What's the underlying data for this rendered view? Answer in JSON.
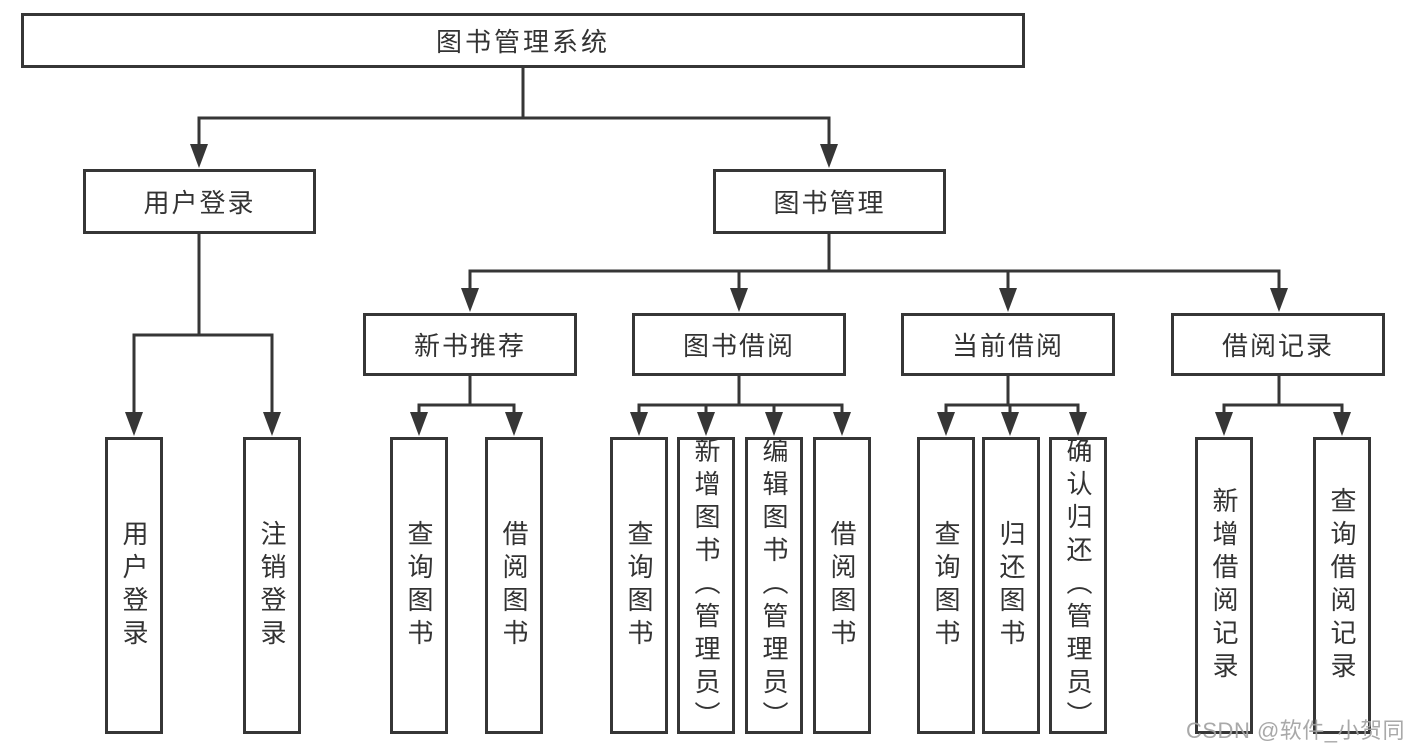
{
  "tree": {
    "root": {
      "label": "图书管理系统"
    },
    "branches": [
      {
        "label": "用户登录",
        "children": [
          {
            "label": "用户登录"
          },
          {
            "label": "注销登录"
          }
        ]
      },
      {
        "label": "图书管理",
        "children": [
          {
            "label": "新书推荐",
            "children": [
              {
                "label": "查询图书"
              },
              {
                "label": "借阅图书"
              }
            ]
          },
          {
            "label": "图书借阅",
            "children": [
              {
                "label": "查询图书"
              },
              {
                "label": "新增图书（管理员）"
              },
              {
                "label": "编辑图书（管理员）"
              },
              {
                "label": "借阅图书"
              }
            ]
          },
          {
            "label": "当前借阅",
            "children": [
              {
                "label": "查询图书"
              },
              {
                "label": "归还图书"
              },
              {
                "label": "确认归还（管理员）"
              }
            ]
          },
          {
            "label": "借阅记录",
            "children": [
              {
                "label": "新增借阅记录"
              },
              {
                "label": "查询借阅记录"
              }
            ]
          }
        ]
      }
    ]
  },
  "watermark": "CSDN @软件_小贺同学",
  "colors": {
    "line": "#363636",
    "text": "#333333",
    "box_background": "#ffffff",
    "watermark": "#a2a2a2"
  }
}
